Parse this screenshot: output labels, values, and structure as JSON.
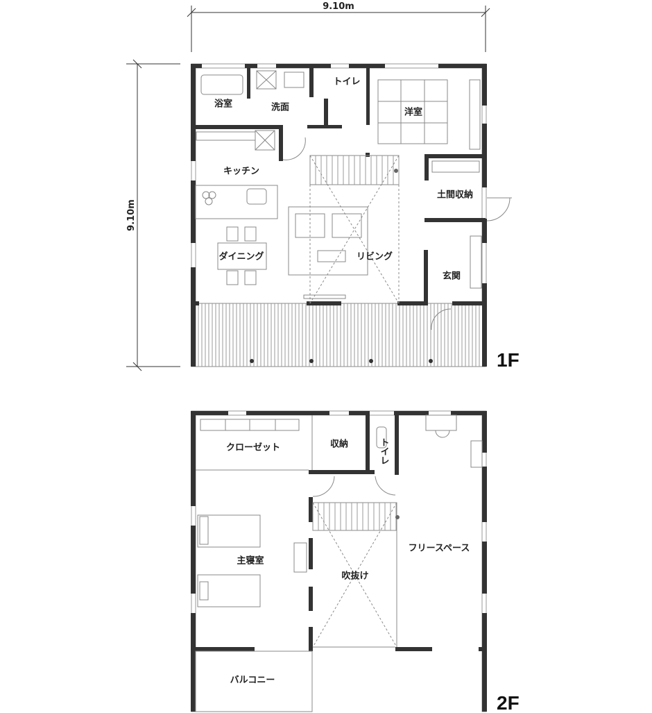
{
  "dimensions": {
    "width_label": "9.10m",
    "depth_label": "9.10m"
  },
  "floor1": {
    "label": "1F",
    "rooms": {
      "bath": "浴室",
      "washroom": "洗面",
      "toilet": "トイレ",
      "western_room": "洋室",
      "kitchen": "キッチン",
      "earth_floor_storage": "土間収納",
      "dining": "ダイニング",
      "living": "リビング",
      "entrance": "玄関"
    }
  },
  "floor2": {
    "label": "2F",
    "rooms": {
      "closet": "クローゼット",
      "storage": "収納",
      "toilet": "トイレ",
      "master_bedroom": "主寝室",
      "atrium": "吹抜け",
      "free_space": "フリースペース",
      "balcony": "バルコニー"
    }
  },
  "colors": {
    "wall": "#333333",
    "line": "#888888"
  }
}
